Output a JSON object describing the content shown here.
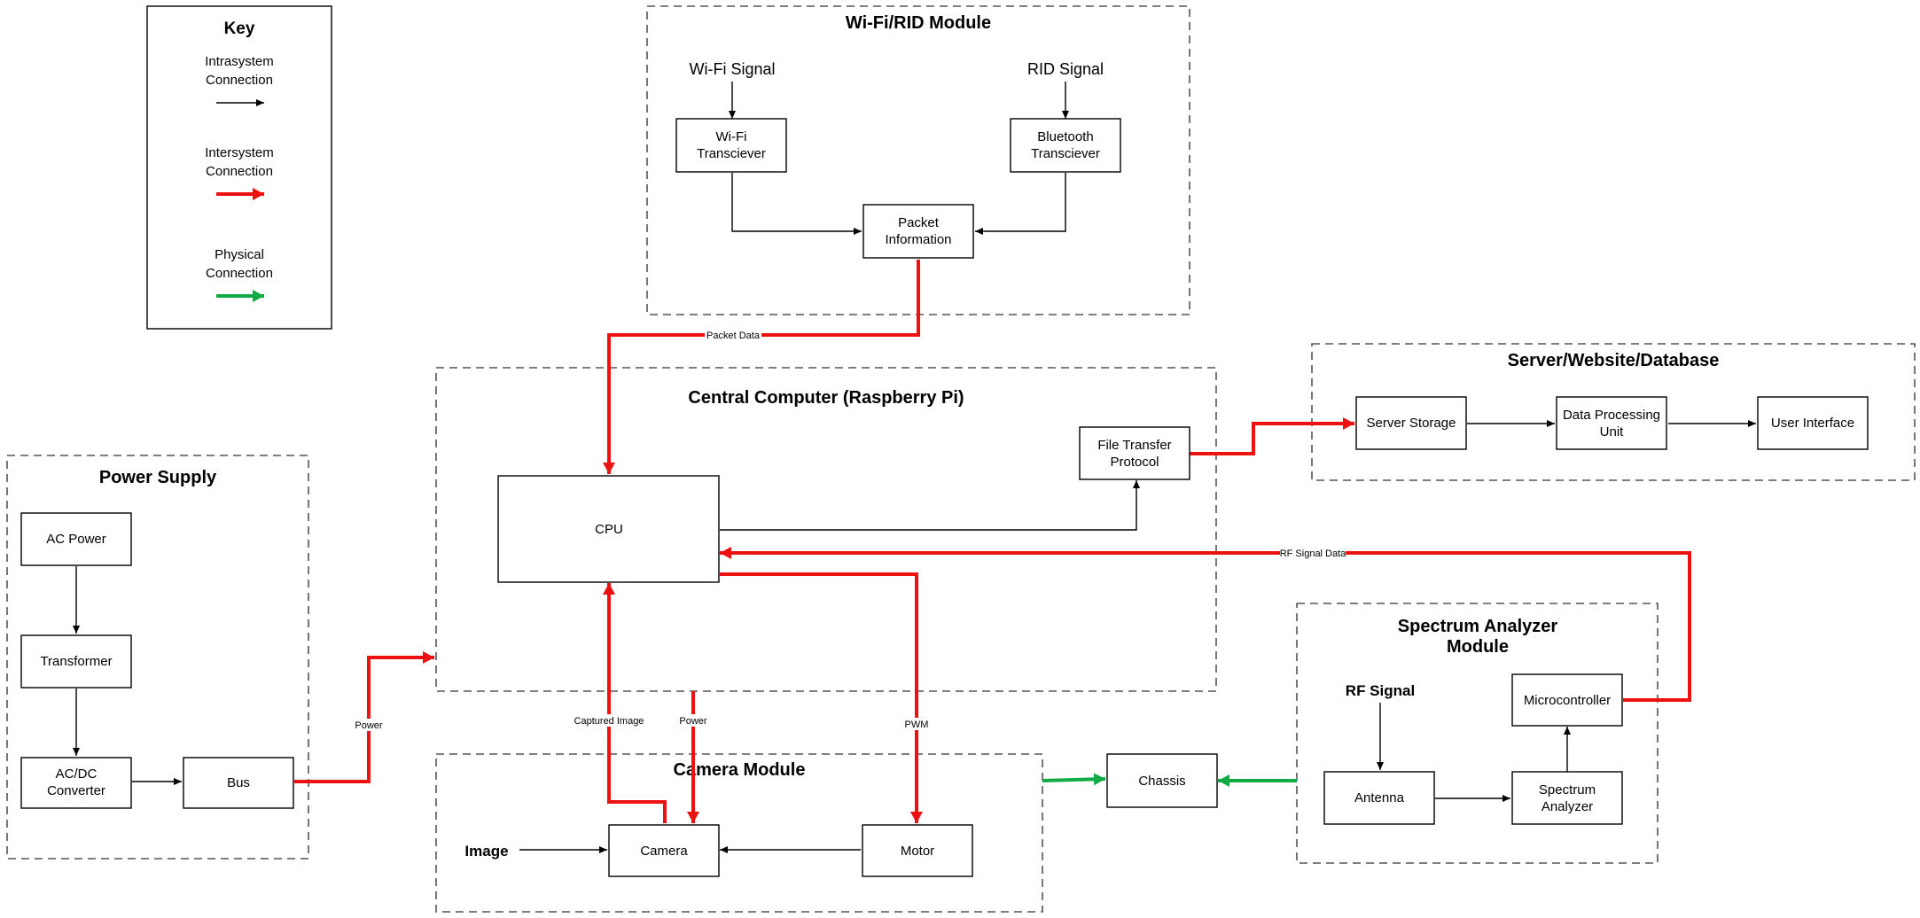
{
  "key": {
    "title": "Key",
    "intrasystem": [
      "Intrasystem",
      "Connection"
    ],
    "intersystem": [
      "Intersystem",
      "Connection"
    ],
    "physical": [
      "Physical",
      "Connection"
    ]
  },
  "modules": {
    "wifi_rid": "Wi-Fi/RID Module",
    "central": "Central Computer (Raspberry Pi)",
    "server": "Server/Website/Database",
    "power": "Power Supply",
    "spectrum": [
      "Spectrum Analyzer",
      "Module"
    ],
    "camera": "Camera Module"
  },
  "signals": {
    "wifi": "Wi-Fi Signal",
    "rid": "RID Signal",
    "rf": "RF Signal",
    "image": "Image"
  },
  "boxes": {
    "wifi_transceiver": [
      "Wi-Fi",
      "Transciever"
    ],
    "bt_transceiver": [
      "Bluetooth",
      "Transciever"
    ],
    "packet_info": [
      "Packet",
      "Information"
    ],
    "cpu": [
      "CPU"
    ],
    "ftp": [
      "File Transfer",
      "Protocol"
    ],
    "server_storage": [
      "Server Storage"
    ],
    "data_processing": [
      "Data Processing",
      "Unit"
    ],
    "user_interface": [
      "User Interface"
    ],
    "ac_power": [
      "AC Power"
    ],
    "transformer": [
      "Transformer"
    ],
    "acdc": [
      "AC/DC",
      "Converter"
    ],
    "bus": [
      "Bus"
    ],
    "microcontroller": [
      "Microcontroller"
    ],
    "antenna": [
      "Antenna"
    ],
    "spectrum_analyzer": [
      "Spectrum",
      "Analyzer"
    ],
    "chassis": [
      "Chassis"
    ],
    "camera": [
      "Camera"
    ],
    "motor": [
      "Motor"
    ]
  },
  "edge_labels": {
    "packet_data": "Packet Data",
    "rf_signal_data": "RF Signal Data",
    "power_bus": "Power",
    "captured_image": "Captured Image",
    "power_camera": "Power",
    "pwm": "PWM"
  },
  "colors": {
    "intrasystem": "#000000",
    "intersystem": "#ee1111",
    "physical": "#11aa44"
  }
}
